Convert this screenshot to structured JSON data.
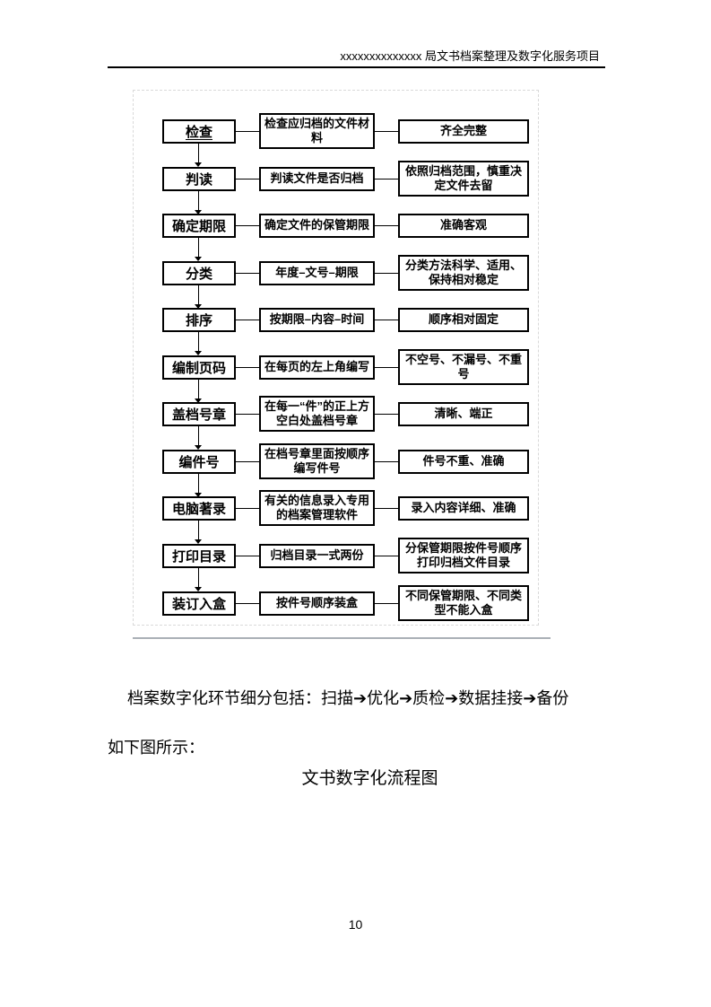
{
  "header": {
    "title": "xxxxxxxxxxxxxx 局文书档案整理及数字化服务项目"
  },
  "flowchart": {
    "rows": [
      {
        "stage": "检查",
        "action": "检查应归档的文件材料",
        "requirement": "齐全完整"
      },
      {
        "stage": "判读",
        "action": "判读文件是否归档",
        "requirement": "依照归档范围，慎重决定文件去留"
      },
      {
        "stage": "确定期限",
        "action": "确定文件的保管期限",
        "requirement": "准确客观"
      },
      {
        "stage": "分类",
        "action": "年度–文号–期限",
        "requirement": "分类方法科学、适用、保持相对稳定"
      },
      {
        "stage": "排序",
        "action": "按期限–内容–时间",
        "requirement": "顺序相对固定"
      },
      {
        "stage": "编制页码",
        "action": "在每页的左上角编写",
        "requirement": "不空号、不漏号、不重号"
      },
      {
        "stage": "盖档号章",
        "action": "在每一“件”的正上方空白处盖档号章",
        "requirement": "清晰、端正"
      },
      {
        "stage": "编件号",
        "action": "在档号章里面按顺序编写件号",
        "requirement": "件号不重、准确"
      },
      {
        "stage": "电脑著录",
        "action": "有关的信息录入专用的档案管理软件",
        "requirement": "录入内容详细、准确"
      },
      {
        "stage": "打印目录",
        "action": "归档目录一式两份",
        "requirement": "分保管期限按件号顺序打印归档文件目录"
      },
      {
        "stage": "装订入盒",
        "action": "按件号顺序装盒",
        "requirement": "不同保管期限、不同类型不能入盒"
      }
    ]
  },
  "paragraph": {
    "line1": "档案数字化环节细分包括：扫描➔优化➔质检➔数据挂接➔备份",
    "line2": "如下图所示："
  },
  "figure_title": "文书数字化流程图",
  "page_number": "10"
}
